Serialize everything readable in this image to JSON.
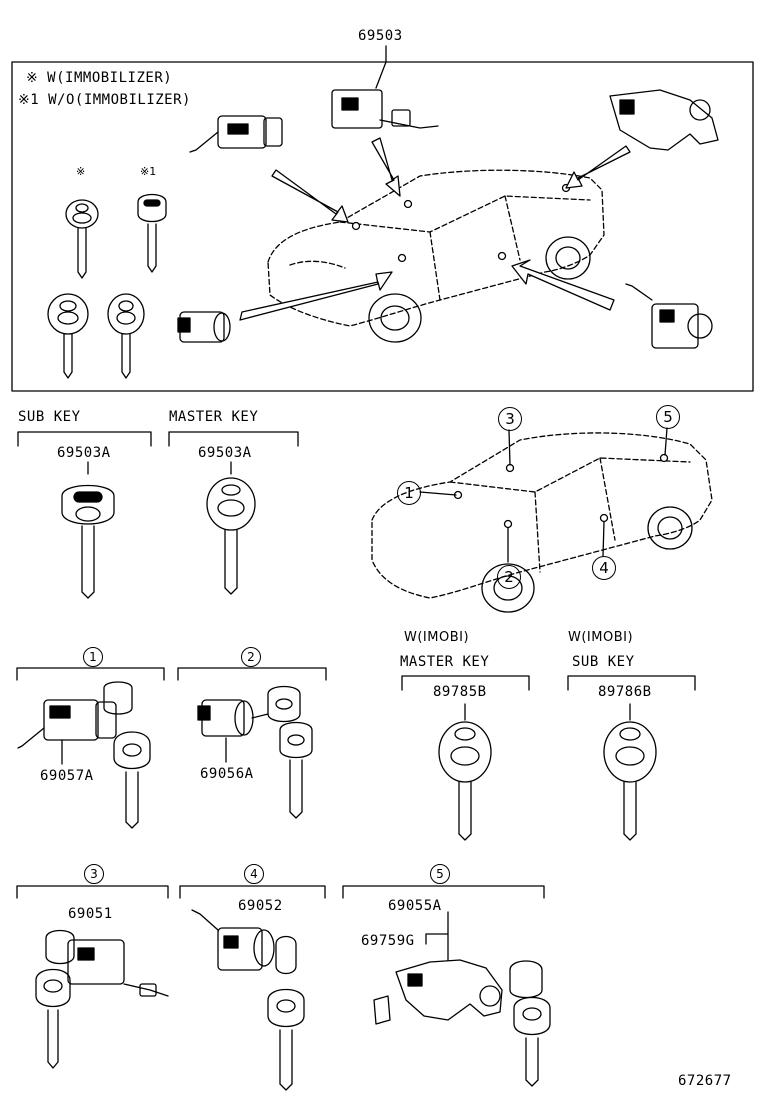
{
  "top": {
    "part_number": "69503",
    "legend": {
      "line1_mark": "※",
      "line1_text": "W(IMMOBILIZER)",
      "line2_mark": "※1",
      "line2_text": "W/O(IMMOBILIZER)"
    },
    "key_marks": [
      "※",
      "※1"
    ]
  },
  "sub_key": {
    "title": "SUB KEY",
    "part": "69503A"
  },
  "master_key": {
    "title": "MASTER KEY",
    "part": "69503A"
  },
  "car_callouts": [
    "1",
    "2",
    "3",
    "4",
    "5"
  ],
  "groups": [
    {
      "num": "1",
      "part": "69057A"
    },
    {
      "num": "2",
      "part": "69056A"
    },
    {
      "num": "3",
      "part": "69051"
    },
    {
      "num": "4",
      "part": "69052"
    },
    {
      "num": "5",
      "part": "69055A",
      "sub_part": "69759G"
    }
  ],
  "imobi_master": {
    "note": "W(IMOBI)",
    "title": "MASTER KEY",
    "part": "89785B"
  },
  "imobi_sub": {
    "note": "W(IMOBI)",
    "title": "SUB KEY",
    "part": "89786B"
  },
  "diagram_id": "672677"
}
